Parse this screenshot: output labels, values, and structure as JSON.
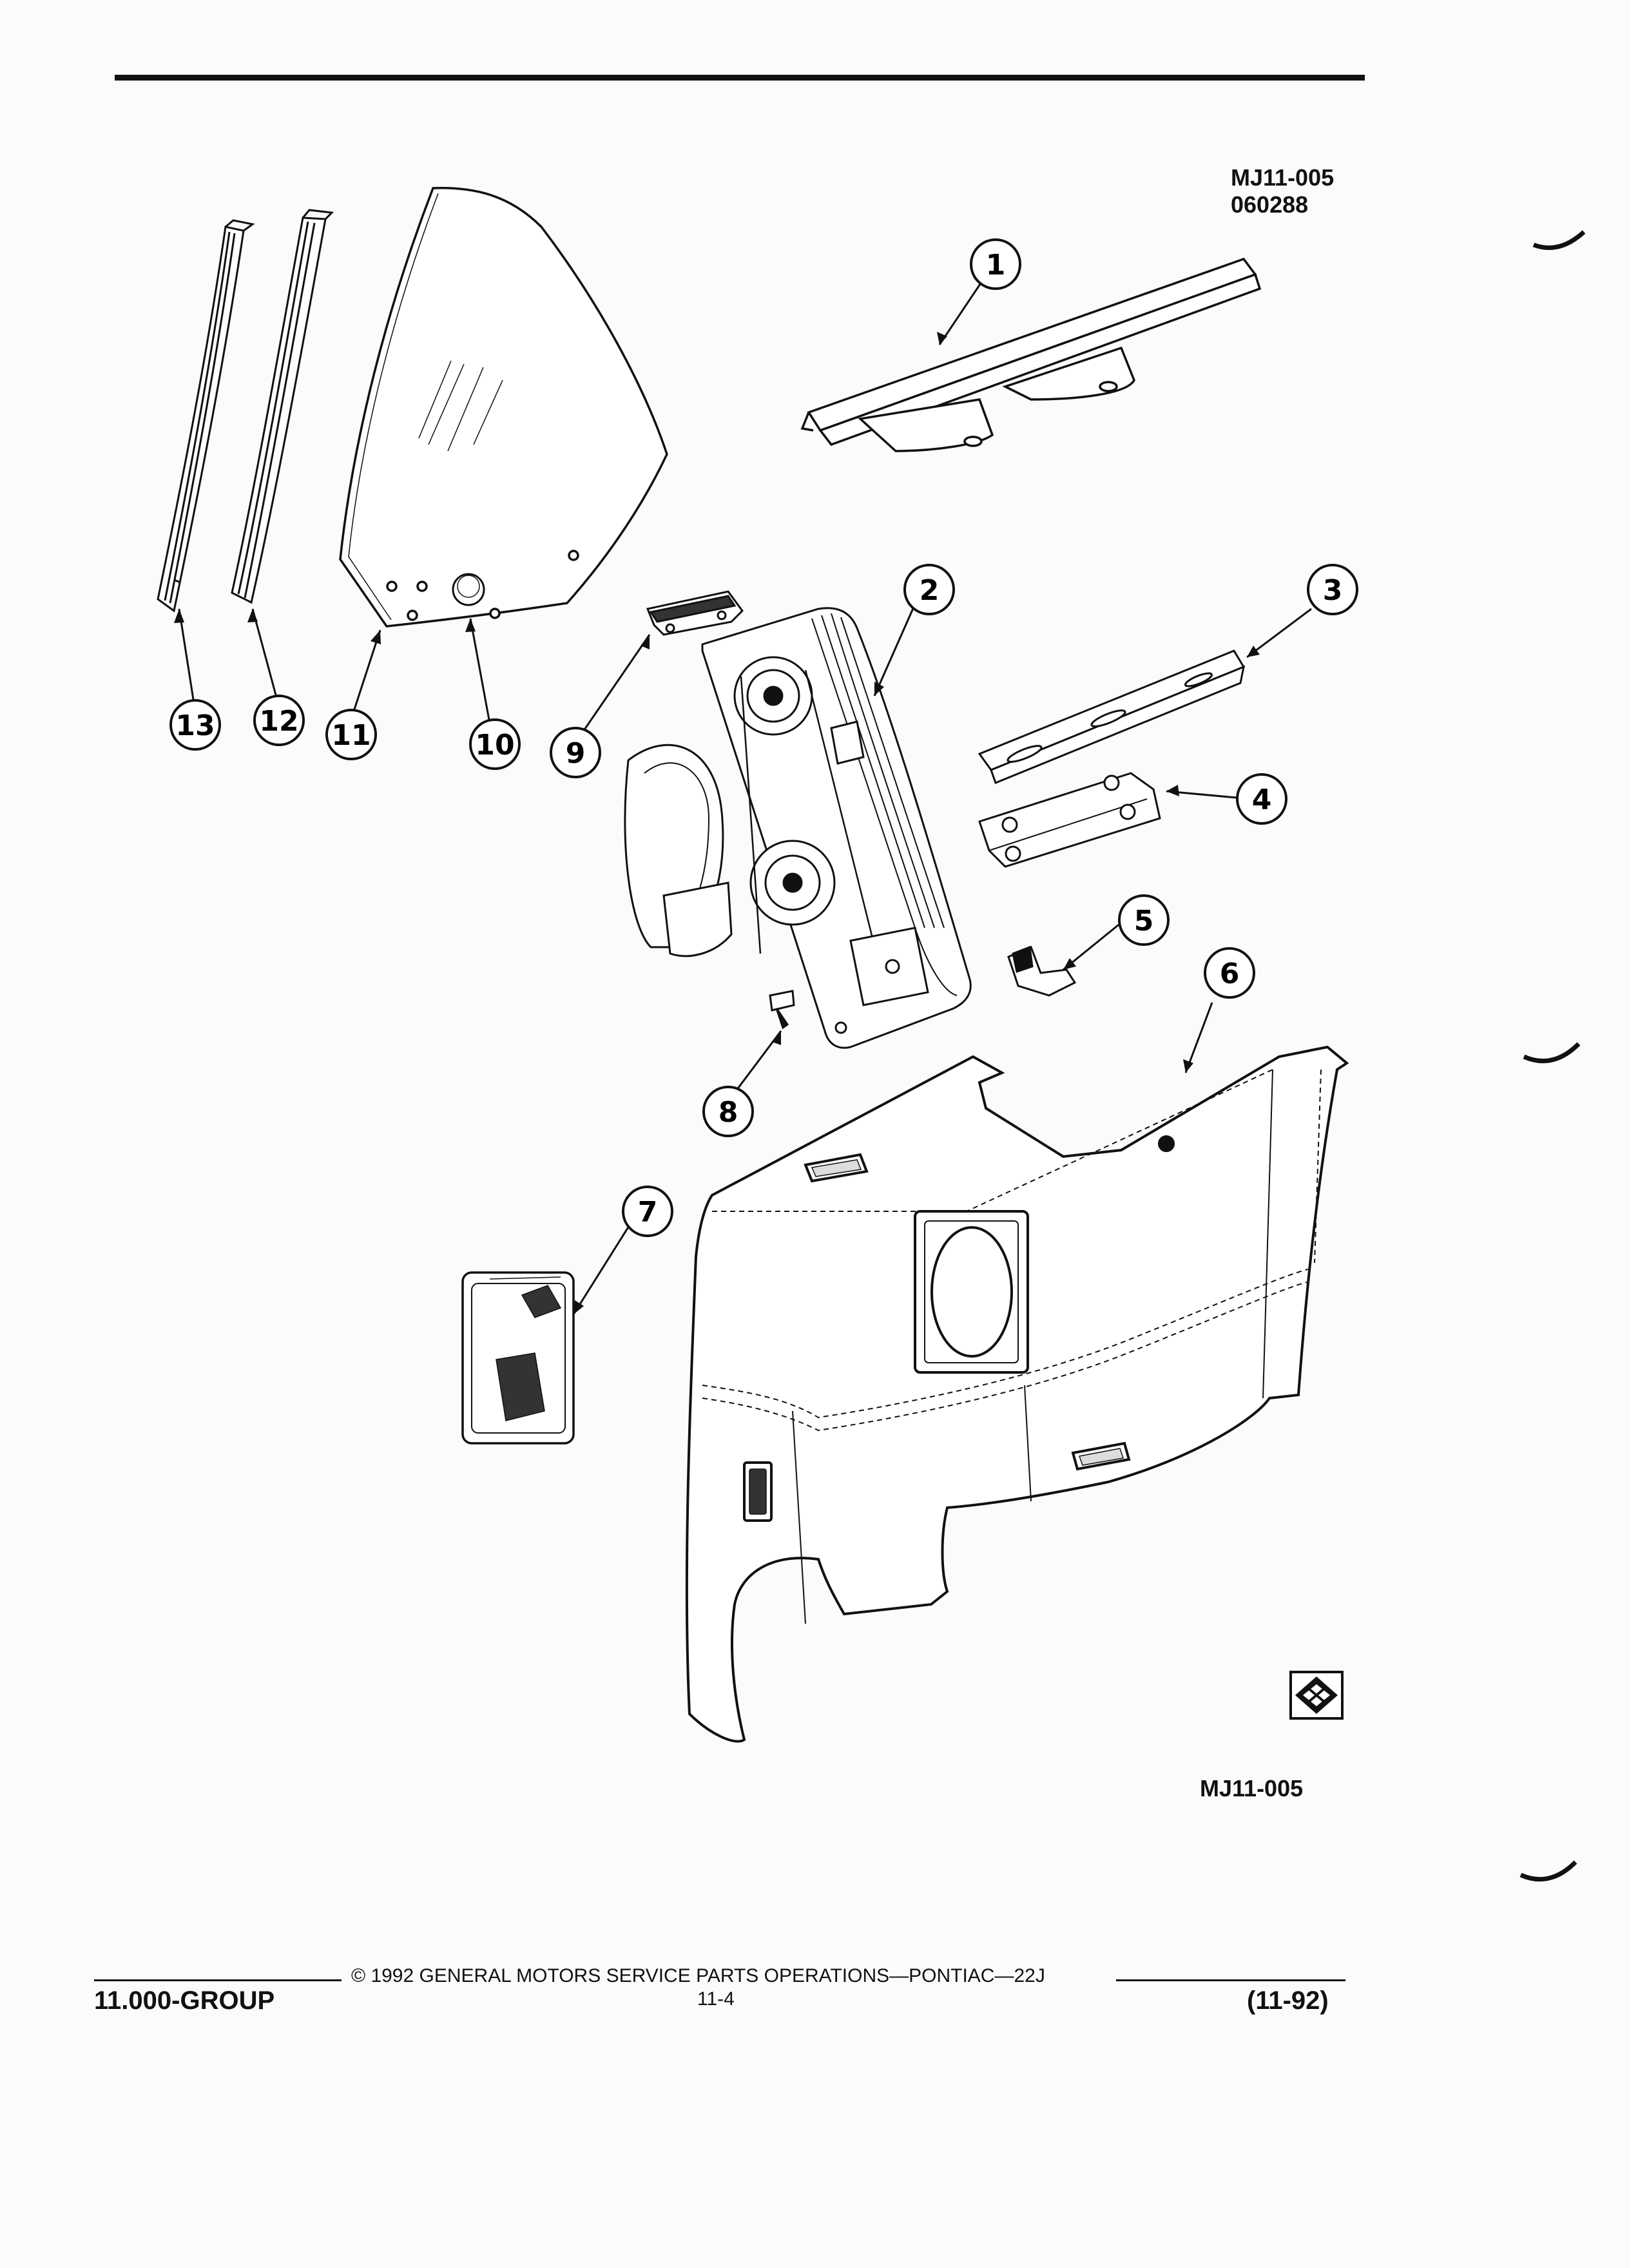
{
  "header": {
    "code": "MJ11-005",
    "date": "060288"
  },
  "figure": {
    "code": "MJ11-005"
  },
  "callouts": [
    {
      "id": "c1",
      "label": "1"
    },
    {
      "id": "c2",
      "label": "2"
    },
    {
      "id": "c3",
      "label": "3"
    },
    {
      "id": "c4",
      "label": "4"
    },
    {
      "id": "c5",
      "label": "5"
    },
    {
      "id": "c6",
      "label": "6"
    },
    {
      "id": "c7",
      "label": "7"
    },
    {
      "id": "c8",
      "label": "8"
    },
    {
      "id": "c9",
      "label": "9"
    },
    {
      "id": "c10",
      "label": "10"
    },
    {
      "id": "c11",
      "label": "11"
    },
    {
      "id": "c12",
      "label": "12"
    },
    {
      "id": "c13",
      "label": "13"
    }
  ],
  "footer": {
    "group": "11.000-GROUP",
    "copyright": "© 1992 GENERAL MOTORS SERVICE PARTS OPERATIONS—PONTIAC—22J",
    "page": "11-4",
    "date": "(11-92)"
  }
}
